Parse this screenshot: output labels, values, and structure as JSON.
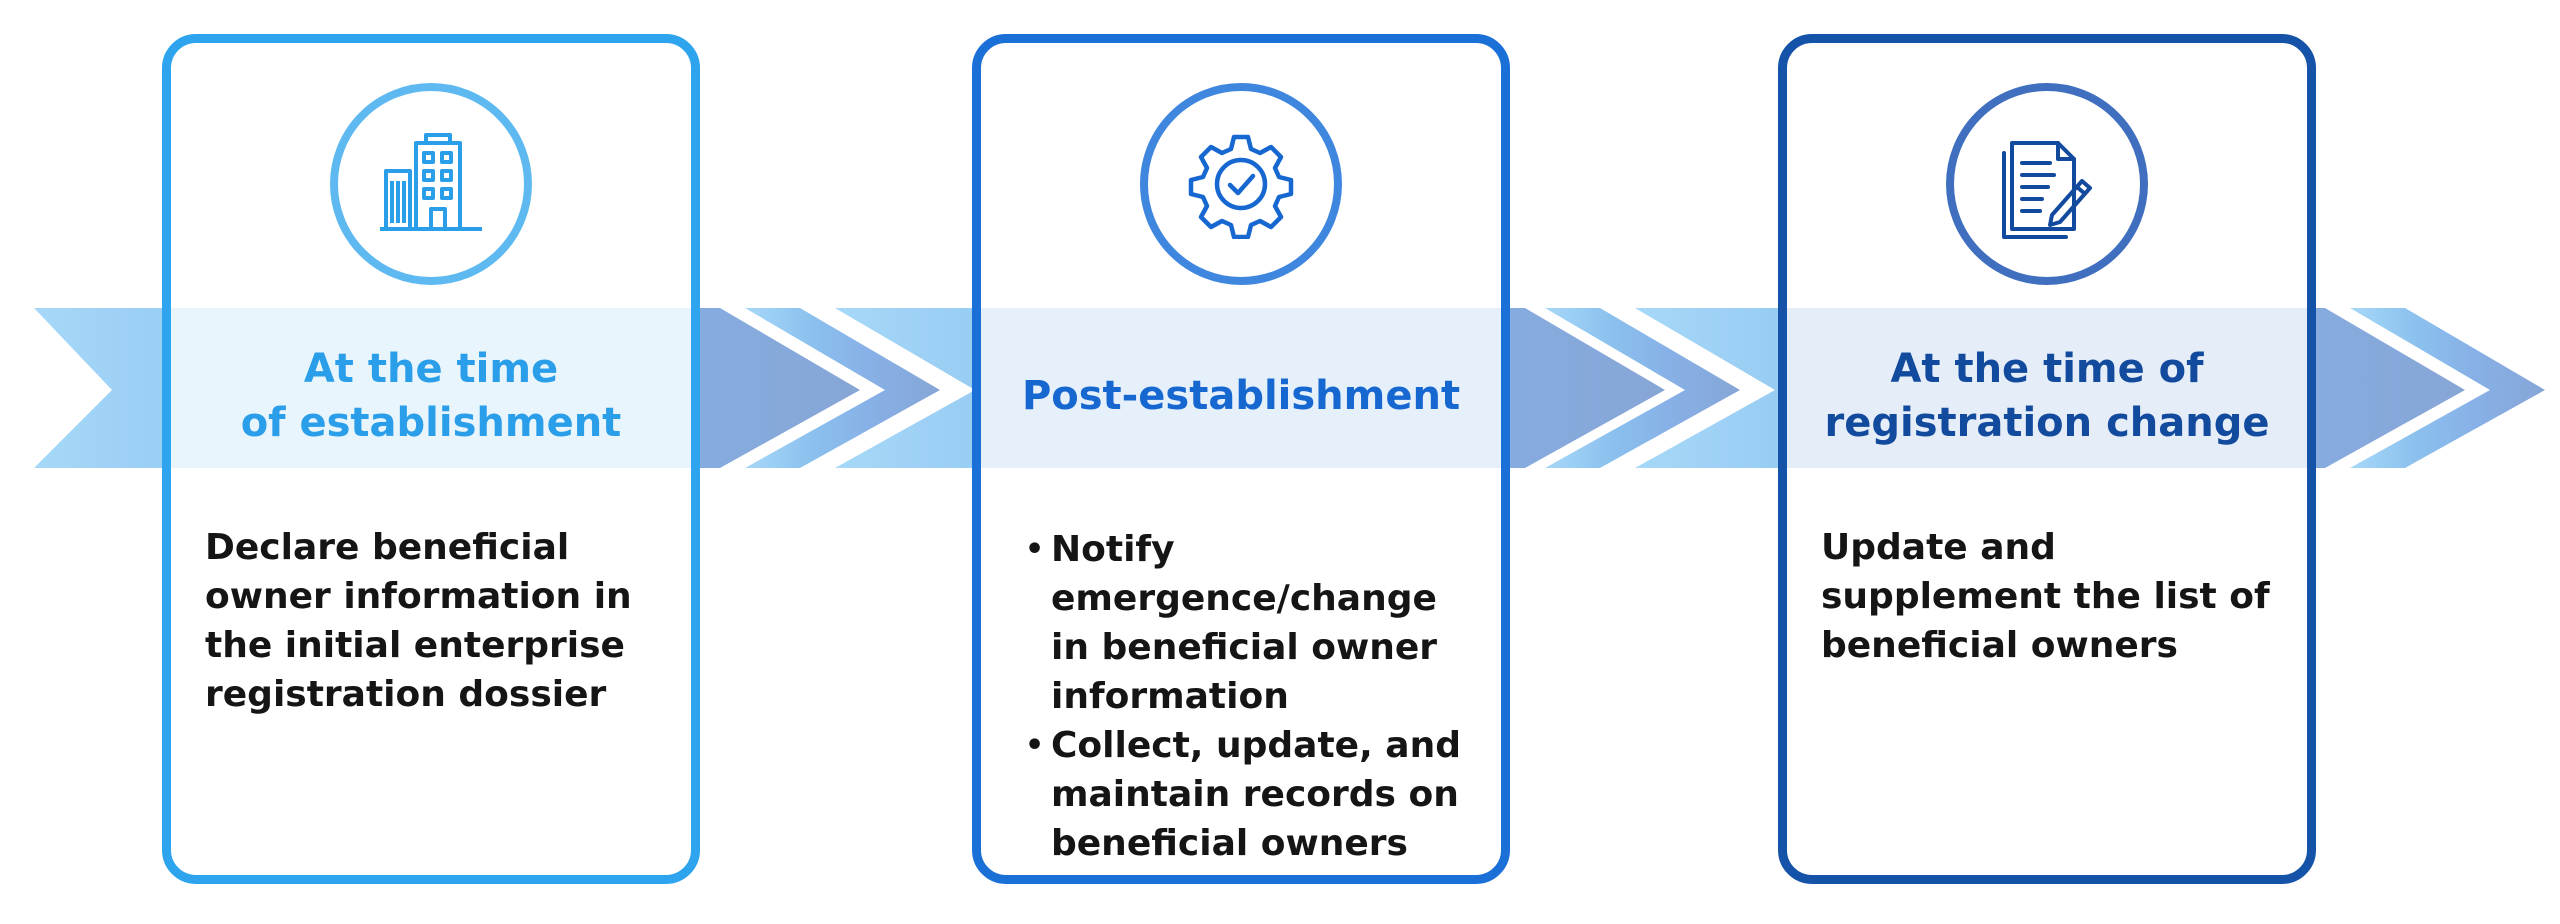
{
  "stages": [
    {
      "title": "At the time\nof establishment",
      "icon": "building-icon",
      "description": "Declare beneficial owner information in the initial enterprise registration dossier"
    },
    {
      "title": "Post-establishment",
      "icon": "gear-check-icon",
      "bullets": [
        "Notify emergence/change in beneficial owner information",
        "Collect, update, and maintain records on beneficial owners"
      ]
    },
    {
      "title": "At the time of\nregistration change",
      "icon": "document-edit-icon",
      "description": "Update and supplement the list of beneficial owners"
    }
  ],
  "colors": {
    "stage1": "#2ea4ee",
    "stage2": "#1a70d6",
    "stage3": "#1553a8",
    "arrow_light": "#9fd3f6",
    "arrow_mid": "#86b3ea",
    "arrow_dark": "#7fa0d4",
    "description_text": "#151515"
  }
}
